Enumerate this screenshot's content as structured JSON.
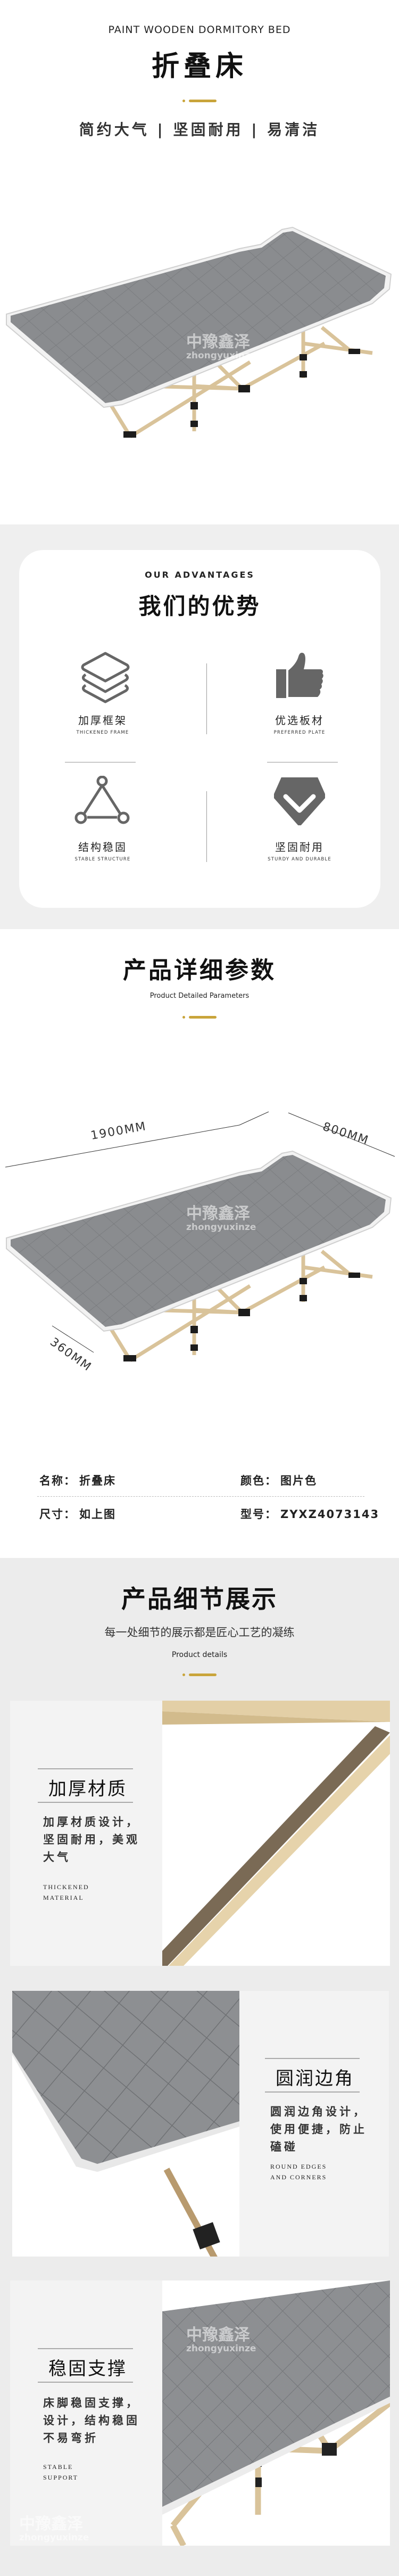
{
  "hero": {
    "eyebrow": "PAINT WOODEN DORMITORY BED",
    "title": "折叠床",
    "tagline": "简约大气 | 坚固耐用 | 易清洁"
  },
  "advantages": {
    "eyebrow": "OUR ADVANTAGES",
    "title": "我们的优势",
    "items": [
      {
        "label": "加厚框架",
        "sub": "THICKENED FRAME",
        "icon": "layers-icon"
      },
      {
        "label": "优选板材",
        "sub": "PREFERRED PLATE",
        "icon": "thumbs-up-icon"
      },
      {
        "label": "结构稳固",
        "sub": "STABLE STRUCTURE",
        "icon": "triangle-nodes-icon"
      },
      {
        "label": "坚固耐用",
        "sub": "STURDY AND DURABLE",
        "icon": "diamond-check-icon"
      }
    ]
  },
  "params": {
    "title": "产品详细参数",
    "subtitle": "Product Detailed Parameters",
    "dimensions": {
      "length": "1900MM",
      "width": "800MM",
      "height": "360MM"
    },
    "specs": [
      {
        "label": "名称：",
        "value": "折叠床"
      },
      {
        "label": "颜色：",
        "value": "图片色"
      },
      {
        "label": "尺寸：",
        "value": "如上图"
      },
      {
        "label": "型号：",
        "value": "ZYXZ4073143"
      }
    ]
  },
  "details": {
    "title": "产品细节展示",
    "tagline": "每一处细节的展示都是匠心工艺的凝练",
    "subtitle": "Product details",
    "panels": [
      {
        "title": "加厚材质",
        "body": [
          "加厚材质设计，",
          "坚固耐用，美观",
          "大气"
        ],
        "english": [
          "THICKENED",
          "MATERIAL"
        ]
      },
      {
        "title": "圆润边角",
        "body": [
          "圆润边角设计，",
          "使用便捷，防止",
          "磕碰"
        ],
        "english": [
          "ROUND EDGES",
          "AND CORNERS"
        ]
      },
      {
        "title": "稳固支撑",
        "body": [
          "床脚稳固支撑，",
          "设计，结构稳固",
          "不易弯折"
        ],
        "english": [
          "STABLE",
          "SUPPORT"
        ]
      }
    ]
  },
  "watermark": {
    "cn": "中豫鑫泽",
    "en": "zhongyuxinze"
  },
  "colors": {
    "gold": "#c9a43a",
    "icon_gray": "#666666",
    "mattress": "#8a8c8f",
    "frame": "#d9c39a"
  }
}
